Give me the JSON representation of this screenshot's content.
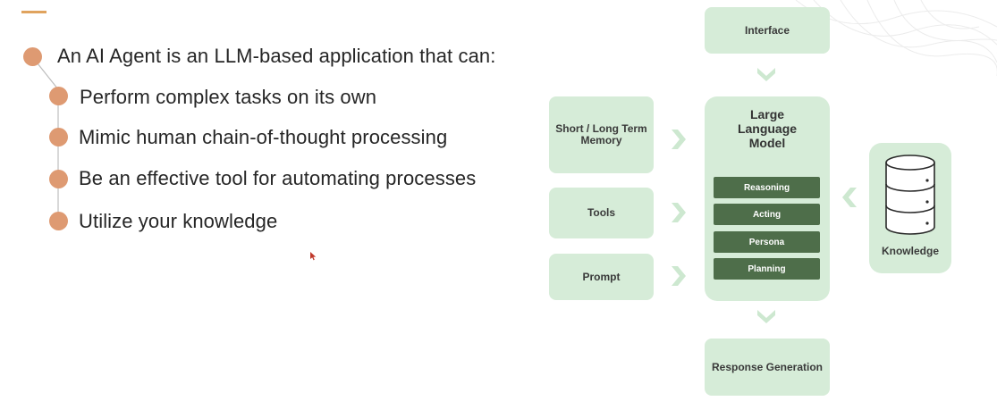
{
  "bullets": {
    "main": "An AI Agent is an LLM-based application that can:",
    "items": [
      "Perform complex tasks on its own",
      "Mimic human chain-of-thought processing",
      "Be an effective tool for automating processes",
      "Utilize your knowledge"
    ]
  },
  "diagram": {
    "interface": "Interface",
    "memory": "Short / Long Term\nMemory",
    "tools": "Tools",
    "prompt": "Prompt",
    "llm_title": "Large\nLanguage\nModel",
    "capabilities": [
      "Reasoning",
      "Acting",
      "Persona",
      "Planning"
    ],
    "knowledge": "Knowledge",
    "response": "Response Generation"
  },
  "colors": {
    "box_fill": "#d6ecd8",
    "capability_fill": "#4e6e4a",
    "bullet": "#de9a72",
    "chevron": "#cde8d0"
  }
}
